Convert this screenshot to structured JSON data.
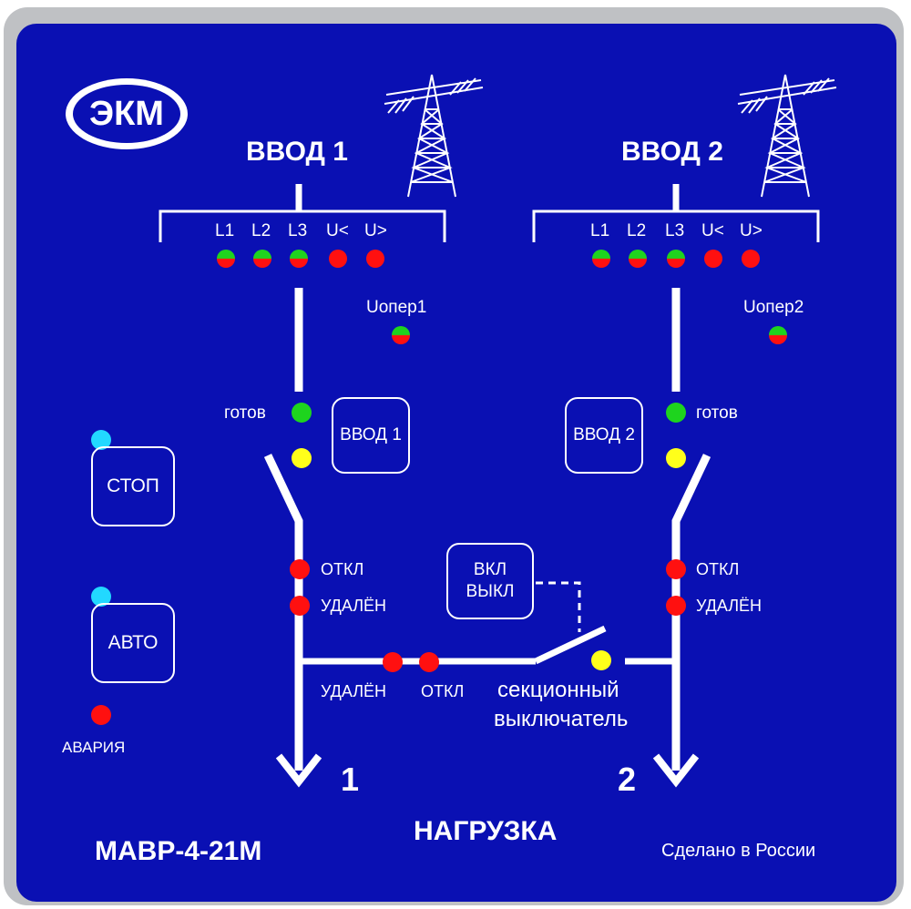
{
  "brand": {
    "logo_text": "ЭКМ"
  },
  "colors": {
    "panel": "#0a10b3",
    "line": "#ffffff",
    "lamp_red": "#ff1010",
    "lamp_green": "#1ed41e",
    "lamp_yellow": "#ffff1a",
    "lamp_cyan": "#22d8ff"
  },
  "inputs": [
    {
      "title": "ВВОД 1",
      "phase_labels": [
        "L1",
        "L2",
        "L3",
        "U<",
        "U>"
      ],
      "uoper_label": "Uопер1",
      "ready_label": "готов",
      "button_label": "ВВОД 1",
      "off_label": "ОТКЛ",
      "remote_label": "УДАЛЁН",
      "output_number": "1"
    },
    {
      "title": "ВВОД 2",
      "phase_labels": [
        "L1",
        "L2",
        "L3",
        "U<",
        "U>"
      ],
      "uoper_label": "Uопер2",
      "ready_label": "готов",
      "button_label": "ВВОД 2",
      "off_label": "ОТКЛ",
      "remote_label": "УДАЛЁН",
      "output_number": "2"
    }
  ],
  "controls": {
    "stop_label": "СТОП",
    "auto_label": "АВТО",
    "alarm_label": "АВАРИЯ"
  },
  "section_switch": {
    "button_line1": "ВКЛ",
    "button_line2": "ВЫКЛ",
    "remote_label": "УДАЛЁН",
    "off_label": "ОТКЛ",
    "caption_line1": "секционный",
    "caption_line2": "выключатель"
  },
  "footer": {
    "load_label": "НАГРУЗКА",
    "model": "МАВР-4-21М",
    "made_in": "Сделано в России"
  },
  "icons": [
    "transmission-tower-icon",
    "transmission-tower-icon"
  ]
}
